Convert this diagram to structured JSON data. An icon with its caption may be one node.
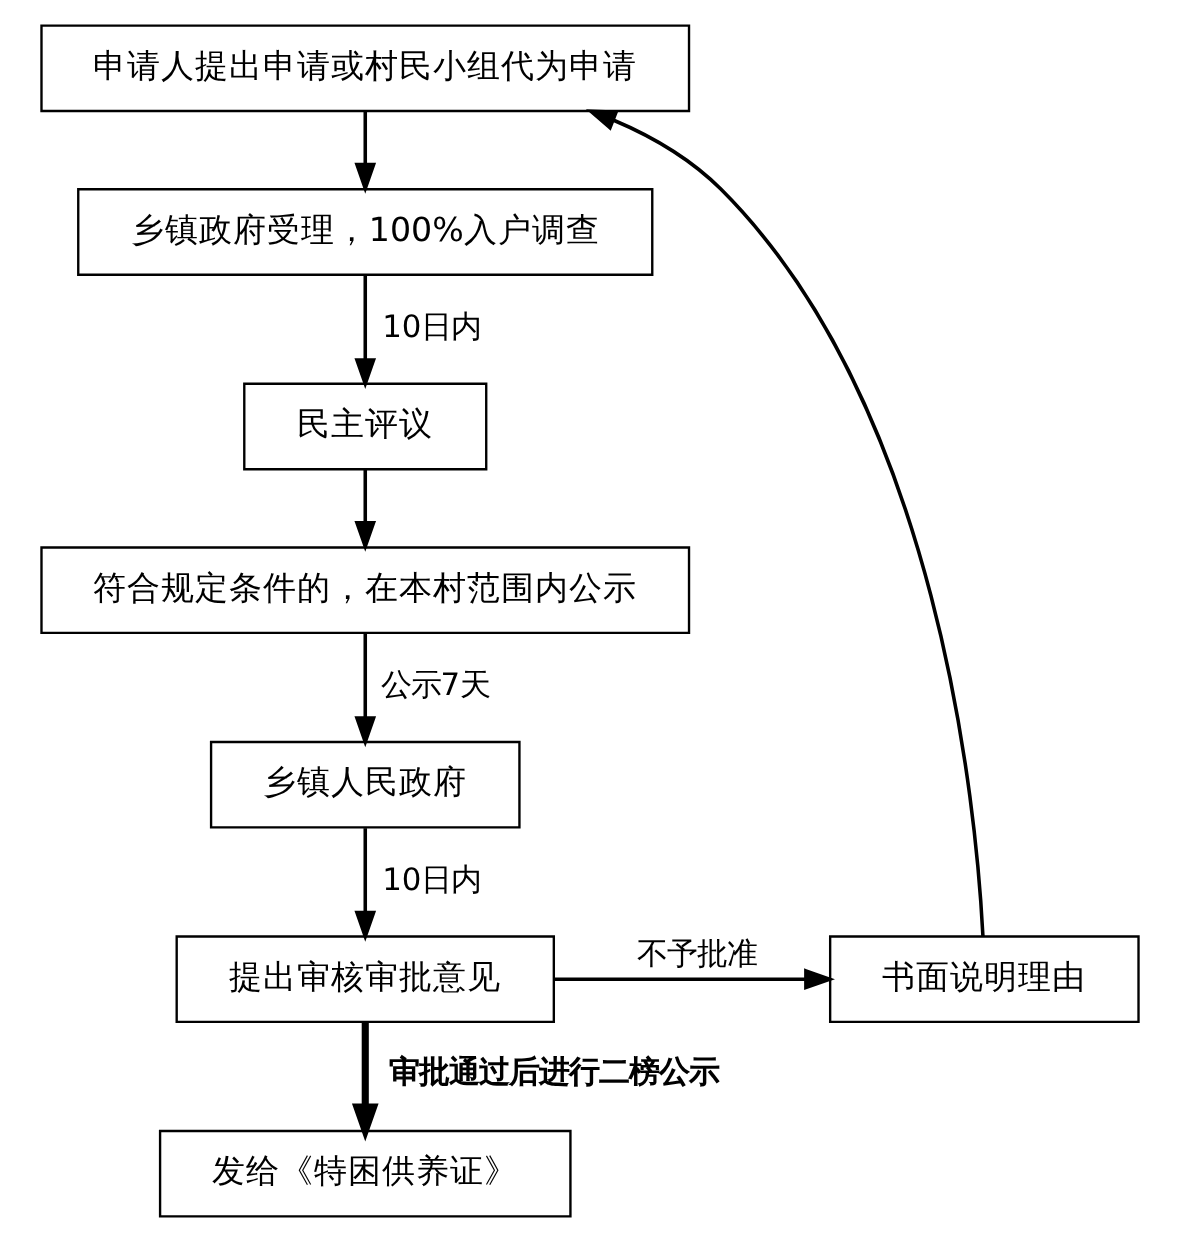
{
  "diagram": {
    "nodes": [
      {
        "text": [
          "申请人提出申请或村民小组代为申请"
        ]
      },
      {
        "text": [
          "乡镇政府受理，100%入户调查"
        ]
      },
      {
        "text": [
          "民主评议"
        ]
      },
      {
        "text": [
          "符合规定条件的，在本村范围内公示"
        ]
      },
      {
        "text": [
          "乡镇人民政府"
        ]
      },
      {
        "text": [
          "提出审核审批意见"
        ]
      },
      {
        "text": [
          "书面说明理由"
        ]
      },
      {
        "text": [
          "发给《特困供养证》"
        ]
      }
    ],
    "edges": [
      {
        "from": 0,
        "to": 1,
        "arrow": "to"
      },
      {
        "from": 1,
        "to": 2,
        "arrow": "to",
        "label": "10日内"
      },
      {
        "from": 2,
        "to": 3,
        "arrow": "to"
      },
      {
        "from": 3,
        "to": 4,
        "arrow": "to",
        "label": "公示7天"
      },
      {
        "from": 4,
        "to": 5,
        "arrow": "to",
        "label": "10日内"
      },
      {
        "from": 5,
        "to": 6,
        "arrow": "to",
        "label": "不予批准"
      },
      {
        "from": 6,
        "to": 0,
        "arrow": "to"
      },
      {
        "from": 5,
        "to": 7,
        "arrow": "to",
        "label": "审批通过后进行二榜公示",
        "style": "thick"
      }
    ]
  }
}
